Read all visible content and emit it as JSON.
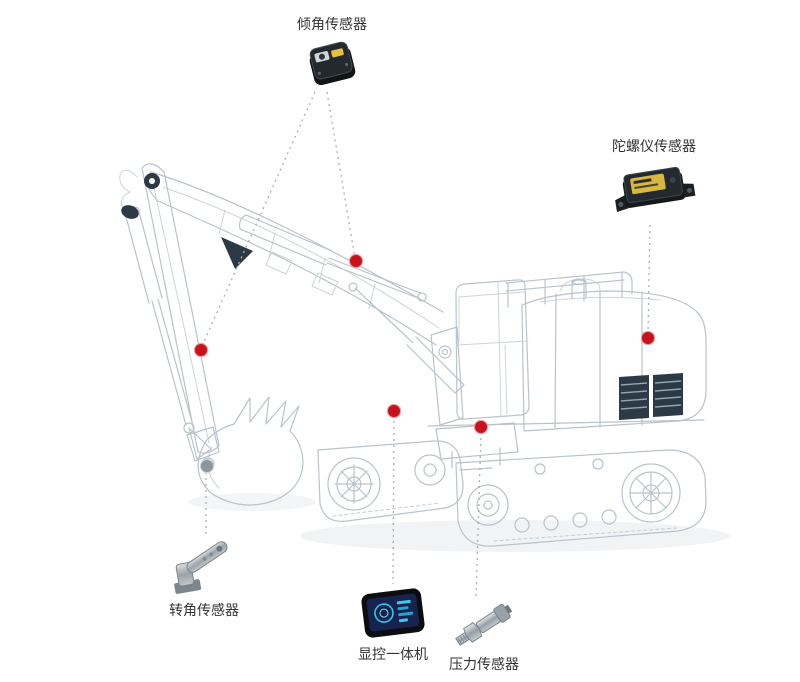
{
  "sensors": {
    "tilt": {
      "label": "倾角传感器",
      "icon": "tilt-sensor-device-icon"
    },
    "gyro": {
      "label": "陀螺仪传感器",
      "icon": "gyro-sensor-device-icon"
    },
    "rotation": {
      "label": "转角传感器",
      "icon": "rotation-sensor-device-icon"
    },
    "display": {
      "label": "显控一体机",
      "icon": "display-console-device-icon"
    },
    "pressure": {
      "label": "压力传感器",
      "icon": "pressure-sensor-device-icon"
    }
  },
  "markers": {
    "red_count": 5,
    "gray_count": 1,
    "red_color": "#c8121c",
    "gray_color": "#8c969e"
  },
  "colors": {
    "background": "#ffffff",
    "wireframe": "#b9c3cc",
    "connector": "#a8b1b9",
    "label_text": "#333333"
  }
}
